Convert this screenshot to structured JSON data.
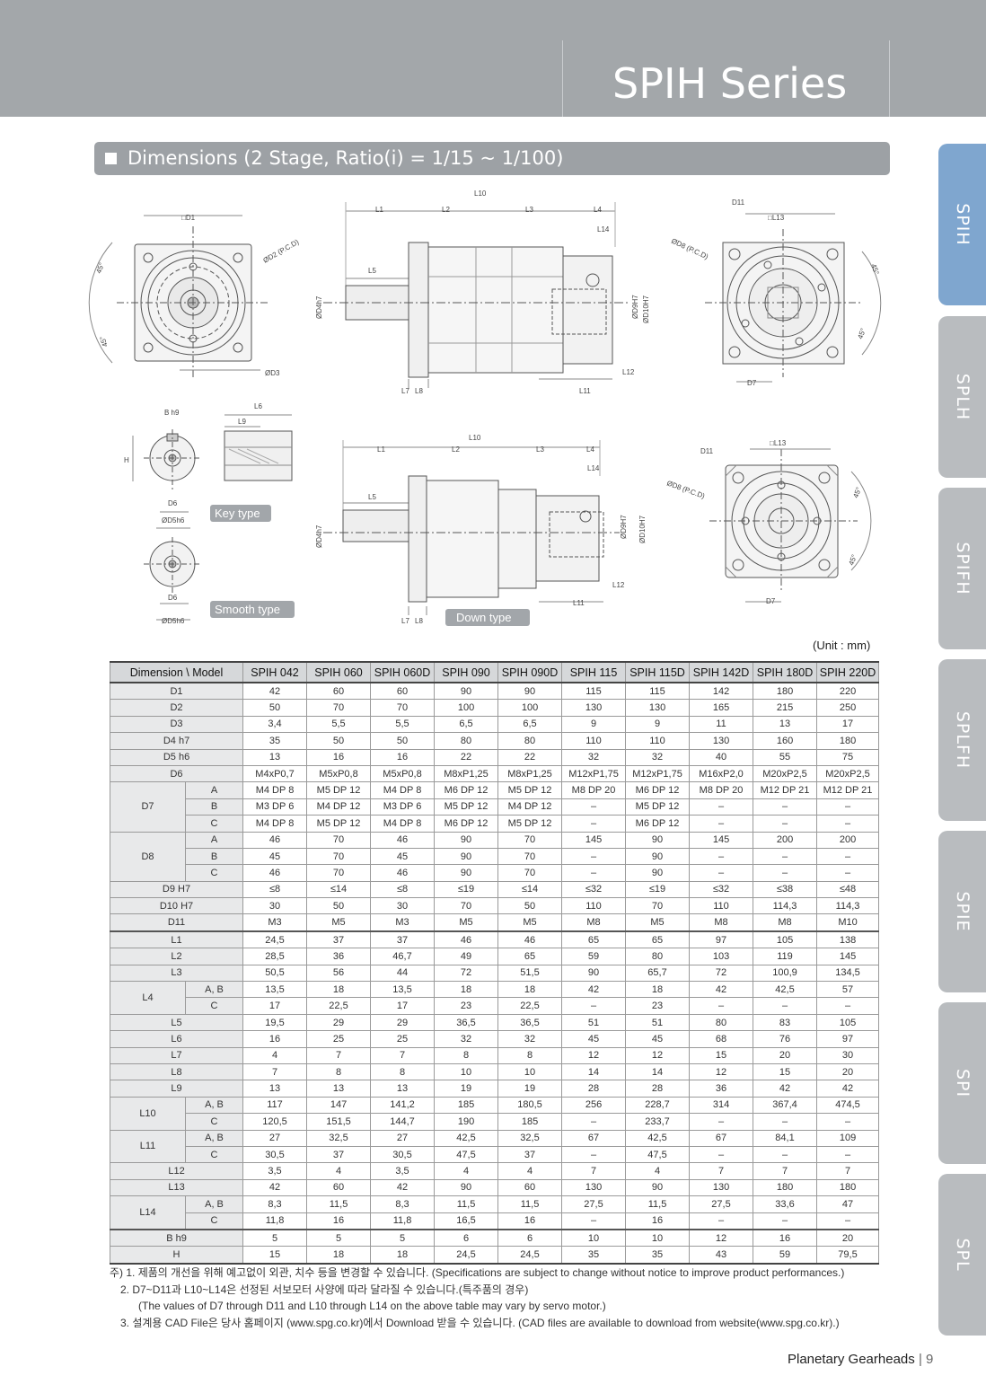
{
  "header": {
    "title": "SPIH Series"
  },
  "section": {
    "title": "Dimensions (2 Stage, Ratio(i) = 1/15 ~ 1/100)"
  },
  "side_tabs": [
    "SPIH",
    "SPLH",
    "SPIFH",
    "SPLFH",
    "SPIE",
    "SPI",
    "SPL"
  ],
  "drawing_labels": {
    "front_d1": "□D1",
    "front_d2": "ØD2 (P.C.D)",
    "front_d3": "ØD3",
    "angle": "45°",
    "L10": "L10",
    "L1": "L1",
    "L2": "L2",
    "L3": "L3",
    "L4": "L4",
    "L14": "L14",
    "L5": "L5",
    "L7": "L7",
    "L8": "L8",
    "L11": "L11",
    "L12": "L12",
    "D4": "ØD4h7",
    "D9": "ØD9H7",
    "D10": "ØD10H7",
    "D11": "D11",
    "L13": "□L13",
    "D8": "ØD8 (P.C.D)",
    "D7": "D7",
    "Bh9": "B h9",
    "H": "H",
    "D6": "D6",
    "D5": "ØD5h6",
    "L6": "L6",
    "L9": "L9",
    "key_type": "Key type",
    "smooth_type": "Smooth type",
    "down_type": "Down type"
  },
  "table": {
    "unit": "(Unit : mm)",
    "headers": [
      "Dimension \\ Model",
      "SPIH 042",
      "SPIH 060",
      "SPIH 060D",
      "SPIH 090",
      "SPIH 090D",
      "SPIH 115",
      "SPIH 115D",
      "SPIH 142D",
      "SPIH 180D",
      "SPIH 220D"
    ],
    "rows": [
      {
        "g": "D1",
        "s": "",
        "v": [
          "42",
          "60",
          "60",
          "90",
          "90",
          "115",
          "115",
          "142",
          "180",
          "220"
        ]
      },
      {
        "g": "D2",
        "s": "",
        "v": [
          "50",
          "70",
          "70",
          "100",
          "100",
          "130",
          "130",
          "165",
          "215",
          "250"
        ]
      },
      {
        "g": "D3",
        "s": "",
        "v": [
          "3,4",
          "5,5",
          "5,5",
          "6,5",
          "6,5",
          "9",
          "9",
          "11",
          "13",
          "17"
        ]
      },
      {
        "g": "D4 h7",
        "s": "",
        "v": [
          "35",
          "50",
          "50",
          "80",
          "80",
          "110",
          "110",
          "130",
          "160",
          "180"
        ]
      },
      {
        "g": "D5 h6",
        "s": "",
        "v": [
          "13",
          "16",
          "16",
          "22",
          "22",
          "32",
          "32",
          "40",
          "55",
          "75"
        ]
      },
      {
        "g": "D6",
        "s": "",
        "v": [
          "M4xP0,7",
          "M5xP0,8",
          "M5xP0,8",
          "M8xP1,25",
          "M8xP1,25",
          "M12xP1,75",
          "M12xP1,75",
          "M16xP2,0",
          "M20xP2,5",
          "M20xP2,5"
        ]
      },
      {
        "g": "D7",
        "s": "A",
        "span": 3,
        "v": [
          "M4 DP 8",
          "M5 DP 12",
          "M4 DP 8",
          "M6 DP 12",
          "M5 DP 12",
          "M8 DP 20",
          "M6 DP 12",
          "M8 DP 20",
          "M12 DP 21",
          "M12 DP 21"
        ]
      },
      {
        "g": "",
        "s": "B",
        "v": [
          "M3 DP 6",
          "M4 DP 12",
          "M3 DP 6",
          "M5 DP 12",
          "M4 DP 12",
          "–",
          "M5 DP 12",
          "–",
          "–",
          "–"
        ]
      },
      {
        "g": "",
        "s": "C",
        "v": [
          "M4 DP 8",
          "M5 DP 12",
          "M4 DP 8",
          "M6 DP 12",
          "M5 DP 12",
          "–",
          "M6 DP 12",
          "–",
          "–",
          "–"
        ]
      },
      {
        "g": "D8",
        "s": "A",
        "span": 3,
        "v": [
          "46",
          "70",
          "46",
          "90",
          "70",
          "145",
          "90",
          "145",
          "200",
          "200"
        ]
      },
      {
        "g": "",
        "s": "B",
        "v": [
          "45",
          "70",
          "45",
          "90",
          "70",
          "–",
          "90",
          "–",
          "–",
          "–"
        ]
      },
      {
        "g": "",
        "s": "C",
        "v": [
          "46",
          "70",
          "46",
          "90",
          "70",
          "–",
          "90",
          "–",
          "–",
          "–"
        ]
      },
      {
        "g": "D9 H7",
        "s": "",
        "v": [
          "≤8",
          "≤14",
          "≤8",
          "≤19",
          "≤14",
          "≤32",
          "≤19",
          "≤32",
          "≤38",
          "≤48"
        ]
      },
      {
        "g": "D10 H7",
        "s": "",
        "v": [
          "30",
          "50",
          "30",
          "70",
          "50",
          "110",
          "70",
          "110",
          "114,3",
          "114,3"
        ]
      },
      {
        "g": "D11",
        "s": "",
        "v": [
          "M3",
          "M5",
          "M3",
          "M5",
          "M5",
          "M8",
          "M5",
          "M8",
          "M8",
          "M10"
        ]
      },
      {
        "g": "L1",
        "s": "",
        "sep": true,
        "v": [
          "24,5",
          "37",
          "37",
          "46",
          "46",
          "65",
          "65",
          "97",
          "105",
          "138"
        ]
      },
      {
        "g": "L2",
        "s": "",
        "v": [
          "28,5",
          "36",
          "46,7",
          "49",
          "65",
          "59",
          "80",
          "103",
          "119",
          "145"
        ]
      },
      {
        "g": "L3",
        "s": "",
        "v": [
          "50,5",
          "56",
          "44",
          "72",
          "51,5",
          "90",
          "65,7",
          "72",
          "100,9",
          "134,5"
        ]
      },
      {
        "g": "L4",
        "s": "A, B",
        "span": 2,
        "v": [
          "13,5",
          "18",
          "13,5",
          "18",
          "18",
          "42",
          "18",
          "42",
          "42,5",
          "57"
        ]
      },
      {
        "g": "",
        "s": "C",
        "v": [
          "17",
          "22,5",
          "17",
          "23",
          "22,5",
          "–",
          "23",
          "–",
          "–",
          "–"
        ]
      },
      {
        "g": "L5",
        "s": "",
        "v": [
          "19,5",
          "29",
          "29",
          "36,5",
          "36,5",
          "51",
          "51",
          "80",
          "83",
          "105"
        ]
      },
      {
        "g": "L6",
        "s": "",
        "v": [
          "16",
          "25",
          "25",
          "32",
          "32",
          "45",
          "45",
          "68",
          "76",
          "97"
        ]
      },
      {
        "g": "L7",
        "s": "",
        "v": [
          "4",
          "7",
          "7",
          "8",
          "8",
          "12",
          "12",
          "15",
          "20",
          "30"
        ]
      },
      {
        "g": "L8",
        "s": "",
        "v": [
          "7",
          "8",
          "8",
          "10",
          "10",
          "14",
          "14",
          "12",
          "15",
          "20"
        ]
      },
      {
        "g": "L9",
        "s": "",
        "v": [
          "13",
          "13",
          "13",
          "19",
          "19",
          "28",
          "28",
          "36",
          "42",
          "42"
        ]
      },
      {
        "g": "L10",
        "s": "A, B",
        "span": 2,
        "v": [
          "117",
          "147",
          "141,2",
          "185",
          "180,5",
          "256",
          "228,7",
          "314",
          "367,4",
          "474,5"
        ]
      },
      {
        "g": "",
        "s": "C",
        "v": [
          "120,5",
          "151,5",
          "144,7",
          "190",
          "185",
          "–",
          "233,7",
          "–",
          "–",
          "–"
        ]
      },
      {
        "g": "L11",
        "s": "A, B",
        "span": 2,
        "v": [
          "27",
          "32,5",
          "27",
          "42,5",
          "32,5",
          "67",
          "42,5",
          "67",
          "84,1",
          "109"
        ]
      },
      {
        "g": "",
        "s": "C",
        "v": [
          "30,5",
          "37",
          "30,5",
          "47,5",
          "37",
          "–",
          "47,5",
          "–",
          "–",
          "–"
        ]
      },
      {
        "g": "L12",
        "s": "",
        "v": [
          "3,5",
          "4",
          "3,5",
          "4",
          "4",
          "7",
          "4",
          "7",
          "7",
          "7"
        ]
      },
      {
        "g": "L13",
        "s": "",
        "v": [
          "42",
          "60",
          "42",
          "90",
          "60",
          "130",
          "90",
          "130",
          "180",
          "180"
        ]
      },
      {
        "g": "L14",
        "s": "A, B",
        "span": 2,
        "v": [
          "8,3",
          "11,5",
          "8,3",
          "11,5",
          "11,5",
          "27,5",
          "11,5",
          "27,5",
          "33,6",
          "47"
        ]
      },
      {
        "g": "",
        "s": "C",
        "v": [
          "11,8",
          "16",
          "11,8",
          "16,5",
          "16",
          "–",
          "16",
          "–",
          "–",
          "–"
        ]
      },
      {
        "g": "B h9",
        "s": "",
        "sep": true,
        "v": [
          "5",
          "5",
          "5",
          "6",
          "6",
          "10",
          "10",
          "12",
          "16",
          "20"
        ]
      },
      {
        "g": "H",
        "s": "",
        "v": [
          "15",
          "18",
          "18",
          "24,5",
          "24,5",
          "35",
          "35",
          "43",
          "59",
          "79,5"
        ]
      }
    ]
  },
  "notes": [
    "주) 1. 제품의 개선을 위해 예고없이 외관, 치수 등을 변경할 수 있습니다. (Specifications are subject to change without notice to improve product performances.)",
    "2. D7~D11과 L10~L14은 선정된 서보모터 사양에 따라 달라질 수 있습니다.(특주품의 경우)",
    "(The values of D7 through D11 and L10 through L14 on the above table may vary by servo motor.)",
    "3. 설계용 CAD File은 당사 홈페이지 (www.spg.co.kr)에서 Download 받을 수 있습니다. (CAD files are available to download from website(www.spg.co.kr).)"
  ],
  "footer": {
    "text": "Planetary Gearheads",
    "sep": "|",
    "page": "9"
  }
}
